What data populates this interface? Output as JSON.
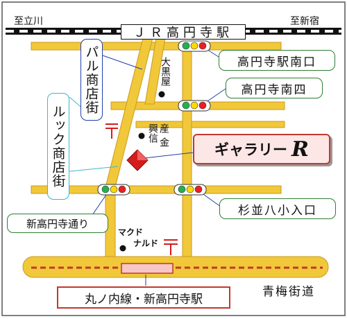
{
  "colors": {
    "road": "#f1c83a",
    "road_edge": "#c99a1e",
    "rail": "#111111",
    "subway_dash": "#c0392b",
    "signal_green": "#22b14c",
    "signal_yellow": "#ffd800",
    "signal_red": "#ee1c24",
    "gallery_marker": "#d41c1c",
    "station_box": "#f7c6c6"
  },
  "rail": {
    "station": "ＪＲ高円寺駅",
    "left_direction": "至立川",
    "right_direction": "至新宿"
  },
  "streets": {
    "pal": "パル商店街",
    "look": "ルック商店街",
    "shin_koenji_dori": "新高円寺通り",
    "ome_kaido": "青梅街道"
  },
  "signals": {
    "koenji_south_exit": "高円寺駅南口",
    "koenji_minami_4": "高円寺南四",
    "suginami_8_elementary": "杉並八小入口"
  },
  "landmarks": {
    "daikokuya": "大黒屋",
    "kosan": "産",
    "koshin": "興信",
    "kin": "金",
    "mcdonalds_line1": "マクド",
    "mcdonalds_line2": "ナルド"
  },
  "icons": {
    "post_office_1": "post-office-icon",
    "post_office_2": "post-office-icon",
    "gallery_marker": "diamond-marker-icon"
  },
  "gallery": {
    "name": "ギャラリー",
    "logo": "R"
  },
  "subway": {
    "station": "丸ノ内線・新高円寺駅"
  }
}
